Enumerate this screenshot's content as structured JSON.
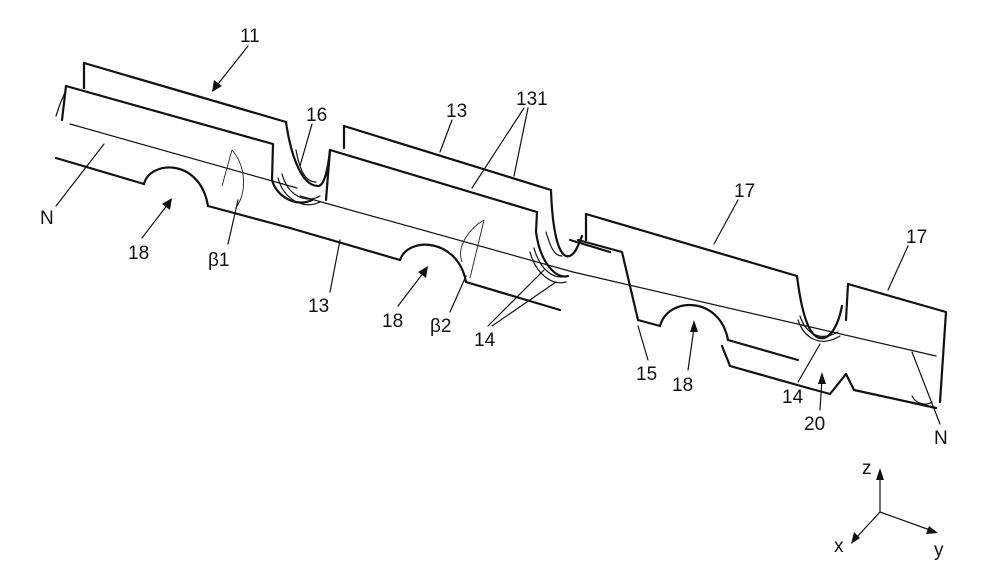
{
  "labels": {
    "l11": "11",
    "l16": "16",
    "l13_top": "13",
    "l131": "131",
    "l17_a": "17",
    "l17_b": "17",
    "l_N_left": "N",
    "l18_a": "18",
    "l_beta1": "β1",
    "l13_mid": "13",
    "l18_b": "18",
    "l_beta2": "β2",
    "l14_a": "14",
    "l15": "15",
    "l18_c": "18",
    "l14_b": "14",
    "l20": "20",
    "l_N_right": "N"
  },
  "axes": {
    "z": "z",
    "x": "x",
    "y": "y"
  }
}
